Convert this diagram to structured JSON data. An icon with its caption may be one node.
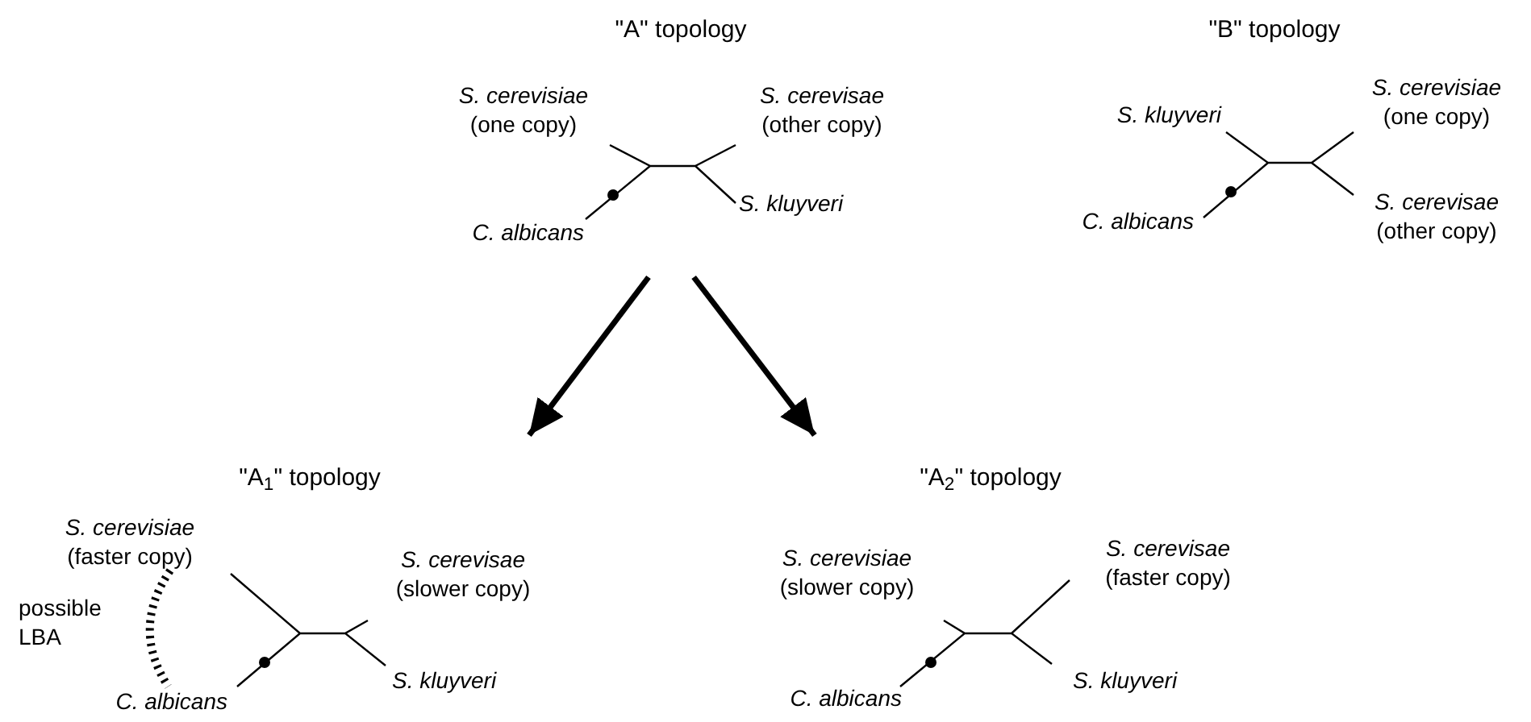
{
  "diagram": {
    "nodes": [
      {
        "text": [
          "\"A\" topology"
        ]
      },
      {
        "text": [
          "S. cerevisiae",
          "(one copy)"
        ],
        "in": 0
      },
      {
        "text": [
          "S. cerevisae",
          "(other copy)"
        ],
        "in": 0
      },
      {
        "text": [
          "C. albicans"
        ],
        "in": 0
      },
      {
        "text": [
          "S. kluyveri"
        ],
        "in": 0
      },
      {
        "text": [
          "\"B\" topology"
        ]
      },
      {
        "text": [
          "S. kluyveri"
        ],
        "in": 5
      },
      {
        "text": [
          "S. cerevisiae",
          "(one copy)"
        ],
        "in": 5
      },
      {
        "text": [
          "C. albicans"
        ],
        "in": 5
      },
      {
        "text": [
          "S. cerevisae",
          "(other copy)"
        ],
        "in": 5
      },
      {
        "text": [
          "\"A$_{1}$\" topology"
        ]
      },
      {
        "text": [
          "S. cerevisiae",
          "(faster copy)"
        ],
        "in": 10
      },
      {
        "text": [
          "S. cerevisae",
          "(slower copy)"
        ],
        "in": 10
      },
      {
        "text": [
          "C. albicans"
        ],
        "in": 10
      },
      {
        "text": [
          "S. kluyveri"
        ],
        "in": 10
      },
      {
        "text": [
          "\"A$_{2}$\" topology"
        ]
      },
      {
        "text": [
          "S. cerevisiae",
          "(slower copy)"
        ],
        "in": 15
      },
      {
        "text": [
          "S. cerevisae",
          "(faster copy)"
        ],
        "in": 15
      },
      {
        "text": [
          "C. albicans"
        ],
        "in": 15
      },
      {
        "text": [
          "S. kluyveri"
        ],
        "in": 15
      }
    ],
    "edges": [
      {
        "from": 0,
        "to": 10,
        "arrow": "to"
      },
      {
        "from": 0,
        "to": 15,
        "arrow": "to"
      },
      {
        "from": 11,
        "to": 13,
        "arrow": "none",
        "style": "dashed",
        "label": "possible LBA"
      }
    ]
  }
}
